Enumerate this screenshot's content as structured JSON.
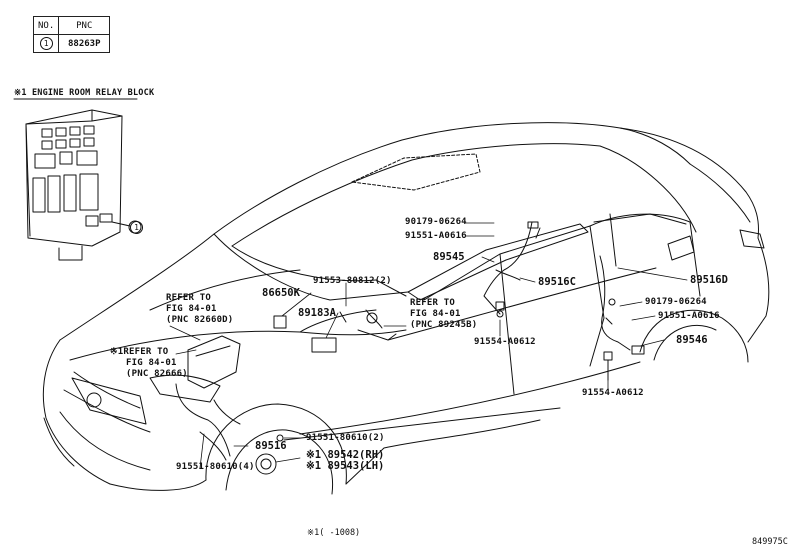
{
  "pnc_table": {
    "header_no": "NO.",
    "header_pnc": "PNC",
    "row_no": "1",
    "row_pnc": "88263P"
  },
  "relay_block_title": "※1 ENGINE ROOM RELAY BLOCK",
  "relay_block_callout": "1",
  "refs": {
    "left_top": [
      "REFER TO",
      "FIG 84-01",
      "(PNC 82660D)"
    ],
    "left_mid": [
      "※1REFER TO",
      "FIG 84-01",
      "(PNC 82666)"
    ],
    "center": [
      "REFER TO",
      "FIG 84-01",
      "(PNC 89245B)"
    ]
  },
  "parts": {
    "p90179_top": "90179-06264",
    "p91551_a0616_top": "91551-A0616",
    "p89545": "89545",
    "p89516c": "89516C",
    "p91553": "91553-80812(2)",
    "p86650k": "86650K",
    "p89183a": "89183A",
    "p89516d": "89516D",
    "p90179_right": "90179-06264",
    "p91551_a0616_right": "91551-A0616",
    "p89546": "89546",
    "p91554_a0612_mid": "91554-A0612",
    "p91554_a0612_low": "91554-A0612",
    "p91551_80610_2": "91551-80610(2)",
    "p89516": "89516",
    "p89542": "※1 89542(RH)",
    "p89543": "※1 89543(LH)",
    "p91551_80610_4": "91551-80610(4)"
  },
  "footnote": "※1(     -1008)",
  "figure_id": "849975C"
}
